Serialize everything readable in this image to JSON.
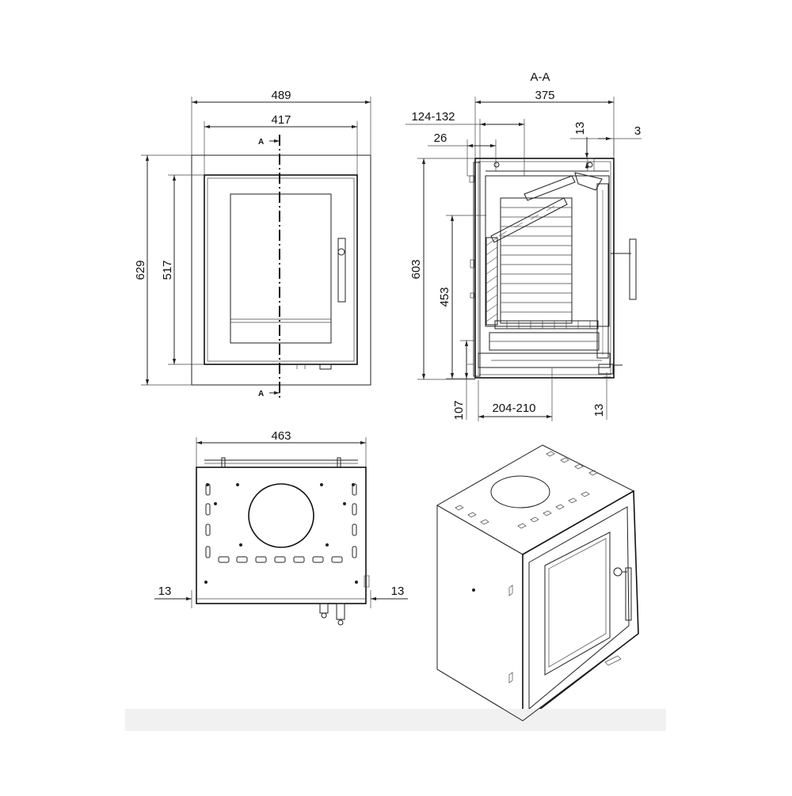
{
  "section_title": "A-A",
  "section_marker": "A",
  "front_view": {
    "width_outer": "489",
    "width_inner": "417",
    "height_outer": "629",
    "height_inner": "517"
  },
  "section_view": {
    "depth": "375",
    "depth_range": "124-132",
    "offset_26": "26",
    "offset_13_top": "13",
    "offset_3": "3",
    "height": "603",
    "height_inner": "453",
    "base_107": "107",
    "base_range": "204-210",
    "base_13": "13"
  },
  "top_view": {
    "width": "463",
    "left_13": "13",
    "right_13": "13"
  }
}
